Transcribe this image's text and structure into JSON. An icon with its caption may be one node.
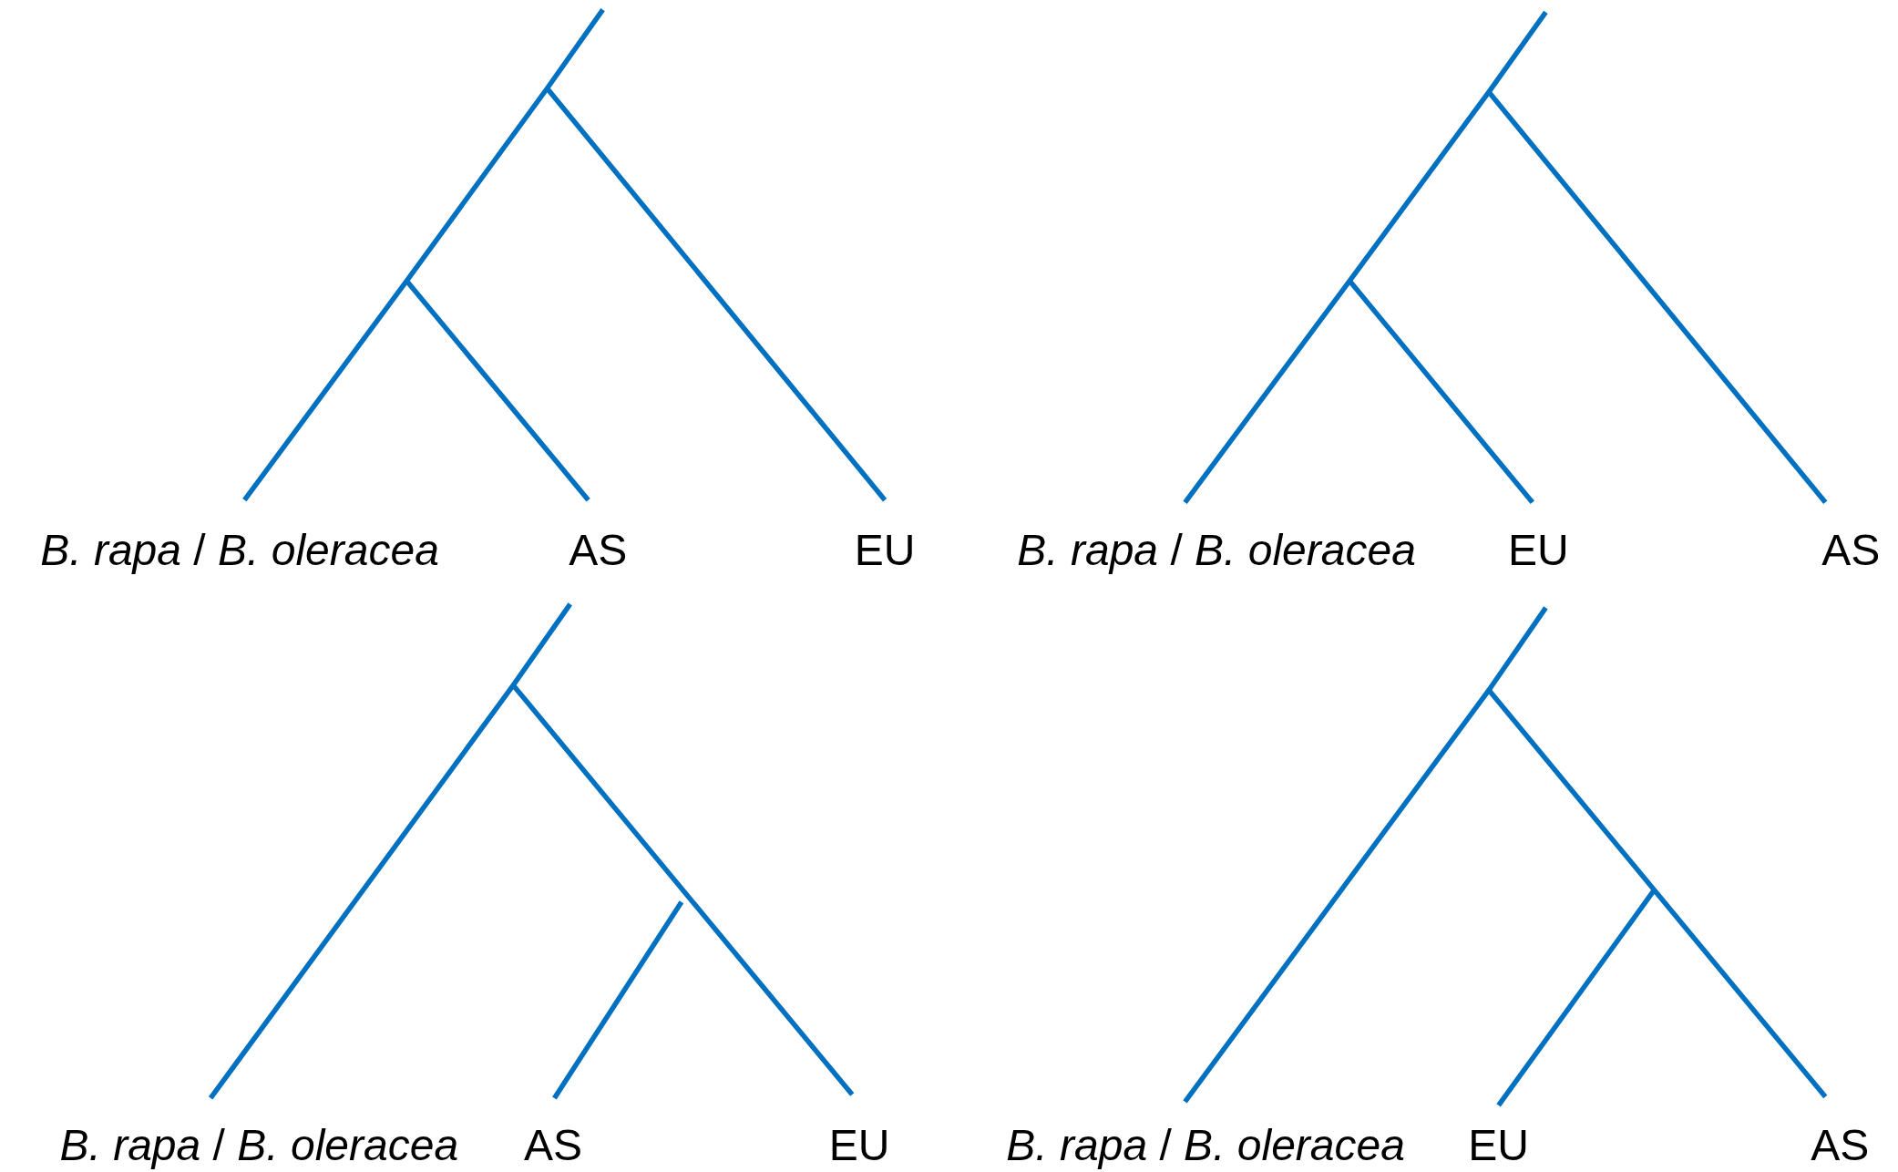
{
  "diagram": {
    "labels": [
      "*B. rapa* / *B. oleracea*",
      "AS",
      "EU",
      "*B. rapa* / *B. oleracea*",
      "EU",
      "AS",
      "*B. rapa* / *B. oleracea*",
      "AS",
      "EU",
      "*B. rapa* / *B. oleracea*",
      "EU",
      "AS"
    ]
  }
}
